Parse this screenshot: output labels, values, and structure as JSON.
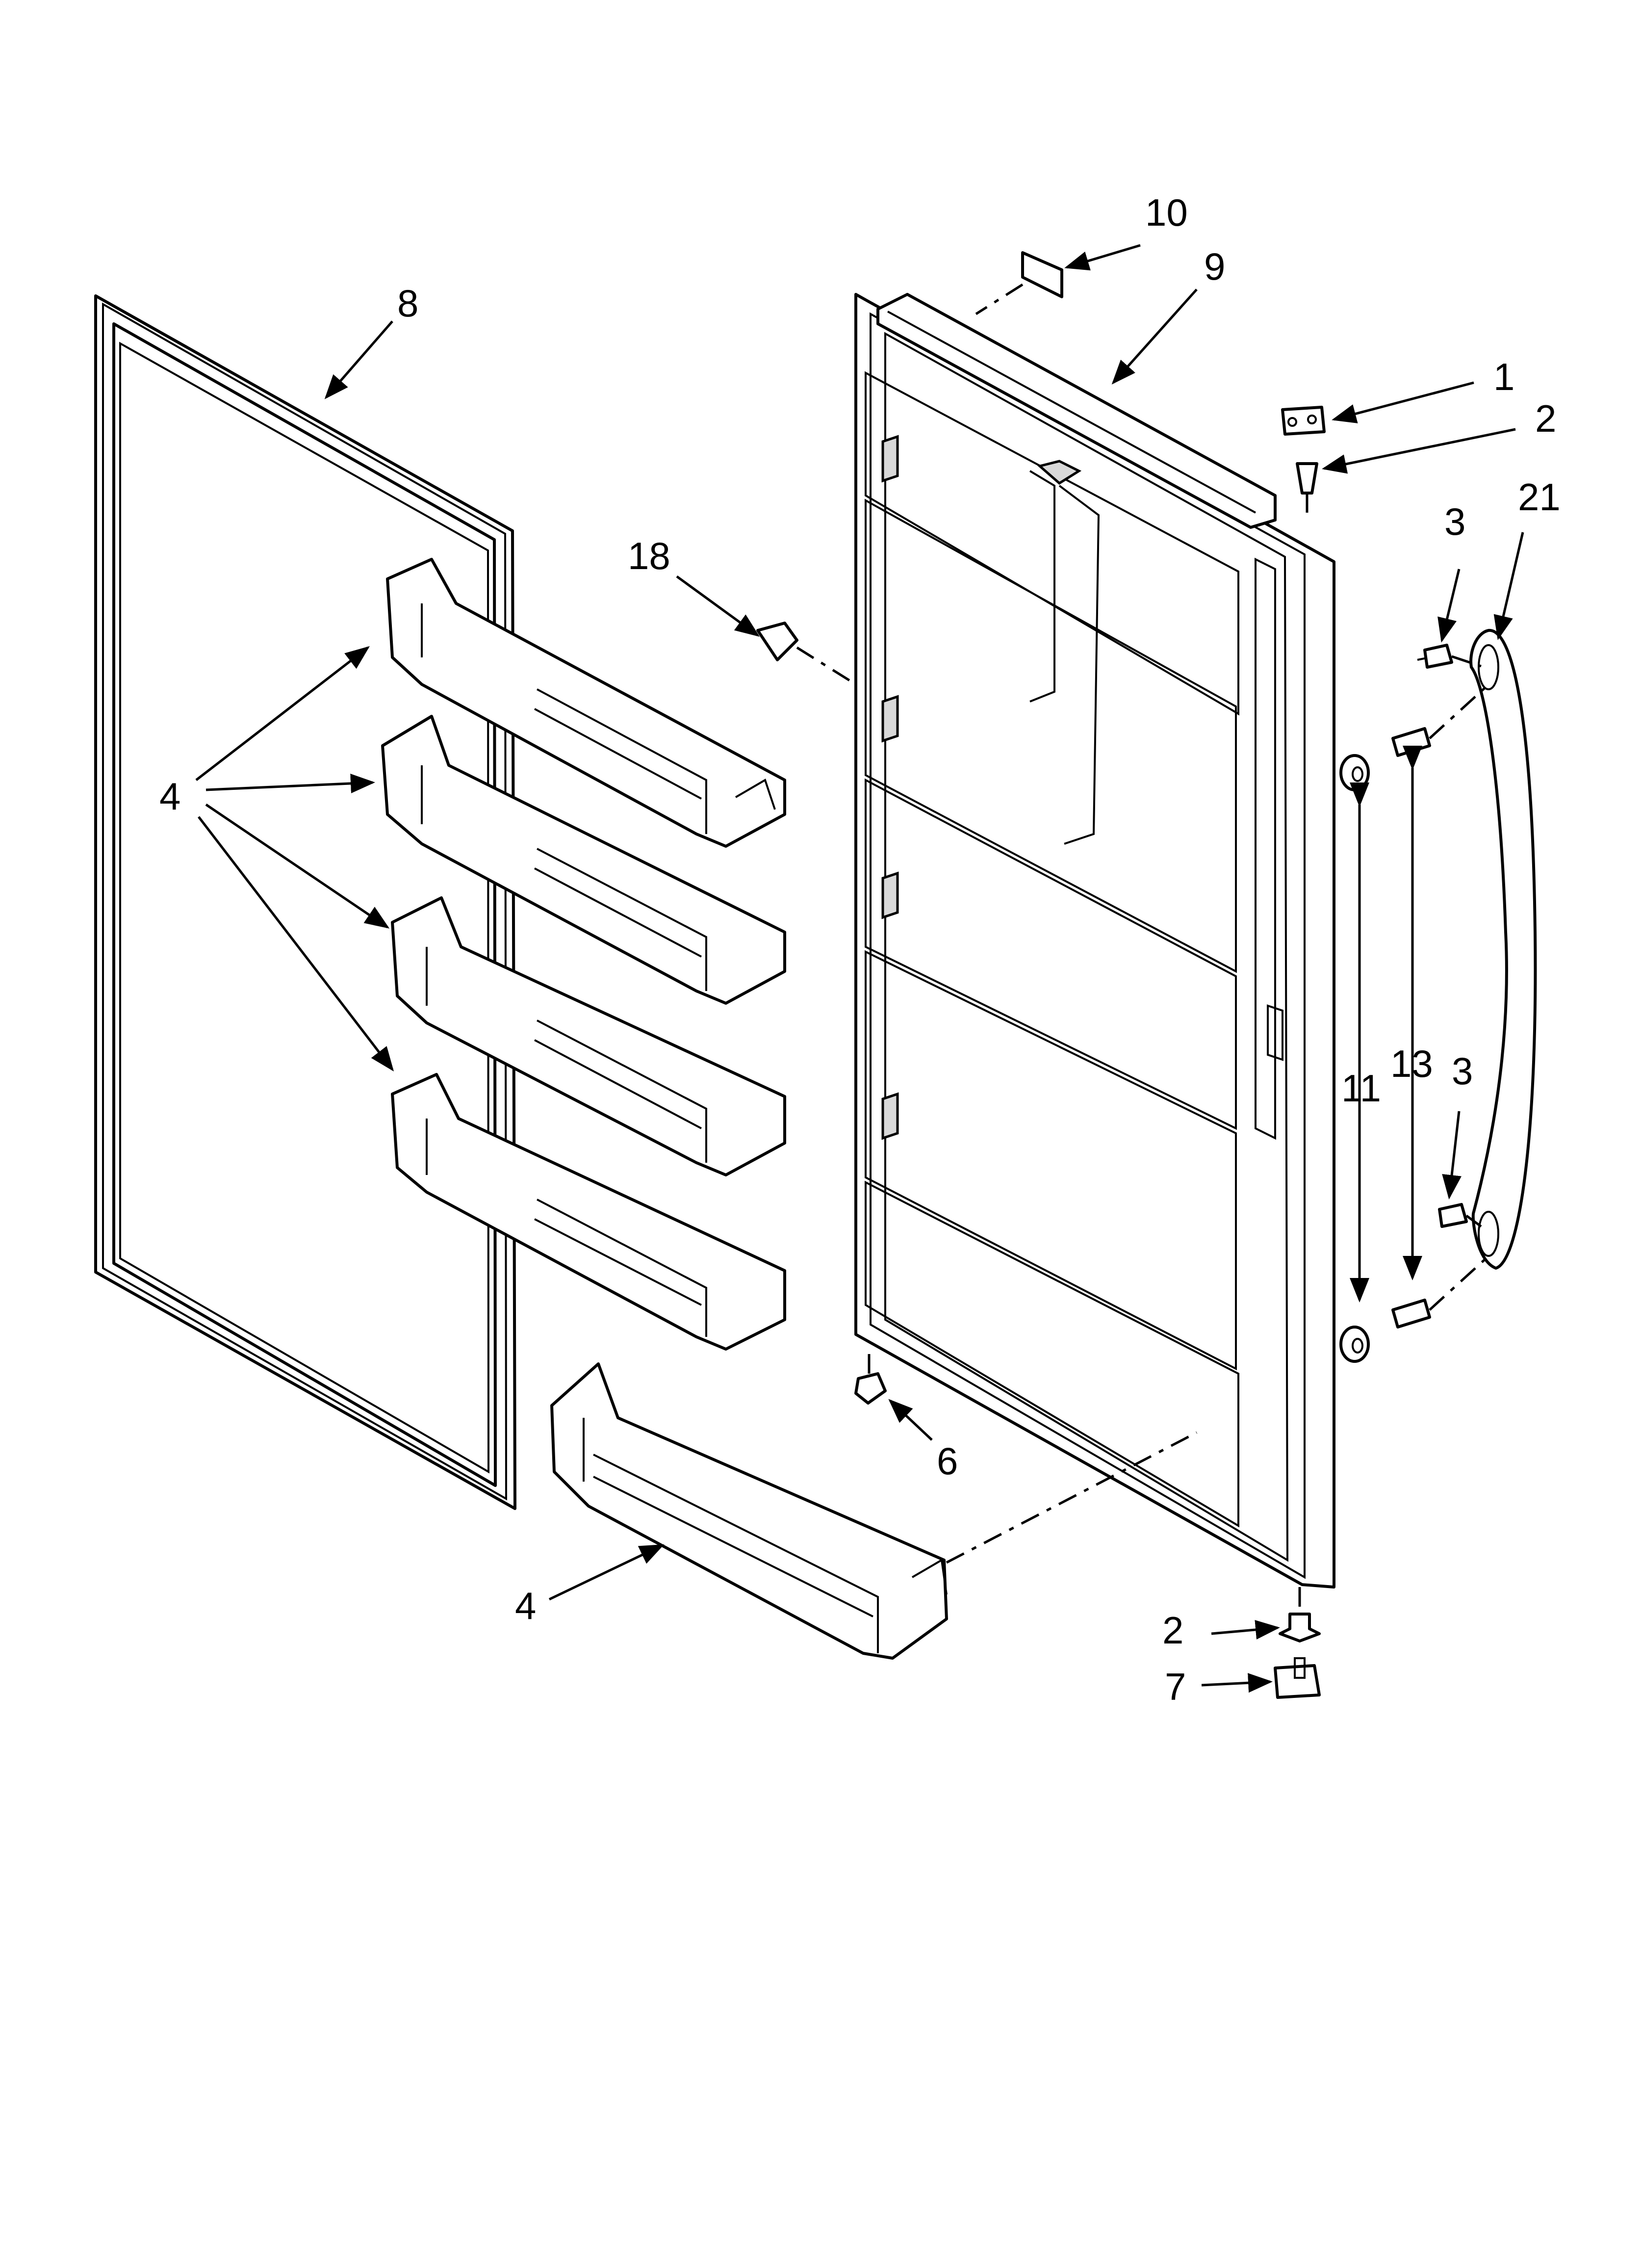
{
  "callouts": {
    "c1": "1",
    "c2_top": "2",
    "c2_bottom": "2",
    "c3_top": "3",
    "c3_bottom": "3",
    "c4_main": "4",
    "c4_bottom": "4",
    "c6": "6",
    "c7": "7",
    "c8": "8",
    "c9": "9",
    "c10": "10",
    "c11": "11",
    "c13": "13",
    "c18": "18",
    "c21": "21"
  }
}
